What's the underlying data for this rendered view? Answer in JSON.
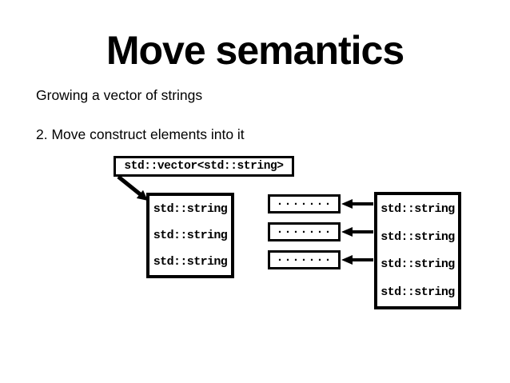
{
  "slide": {
    "title": "Move semantics",
    "subtitle": "Growing a vector of strings",
    "step_label": "2. Move construct elements into it"
  },
  "diagram": {
    "vector_label": "std::vector<std::string>",
    "old_buffer": [
      "std::string",
      "std::string",
      "std::string"
    ],
    "moved_out_dots": "·······",
    "new_buffer": [
      "std::string",
      "std::string",
      "std::string",
      "std::string"
    ]
  },
  "colors": {
    "background": "#ffffff",
    "ink": "#000000"
  }
}
